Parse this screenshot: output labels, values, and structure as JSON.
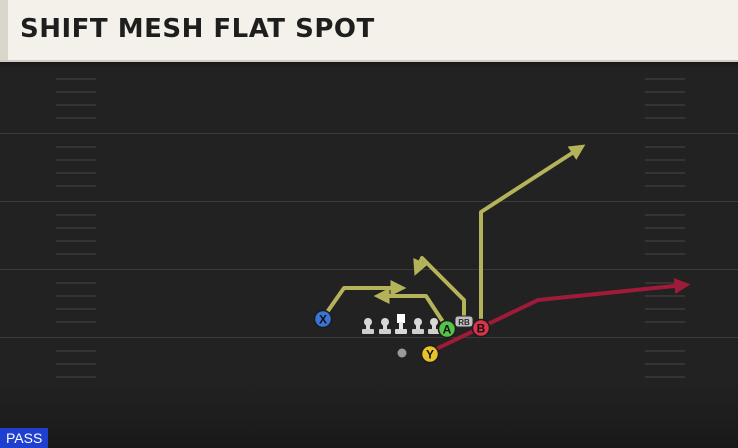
{
  "play": {
    "title": "SHIFT MESH FLAT SPOT",
    "type_badge": "PASS"
  },
  "players": [
    {
      "label": "X",
      "color": "#3a74d6",
      "role": "receiver"
    },
    {
      "label": "A",
      "color": "#56c24a",
      "role": "receiver"
    },
    {
      "label": "B",
      "color": "#d8344a",
      "role": "receiver"
    },
    {
      "label": "Y",
      "color": "#e8c22a",
      "role": "receiver"
    },
    {
      "label": "RB",
      "color": "#bfbfbf",
      "role": "running-back"
    }
  ],
  "colors": {
    "route_yellow": "#b5b35a",
    "route_red": "#a01a3a",
    "field": "#222222",
    "header": "#f3f1ea"
  }
}
